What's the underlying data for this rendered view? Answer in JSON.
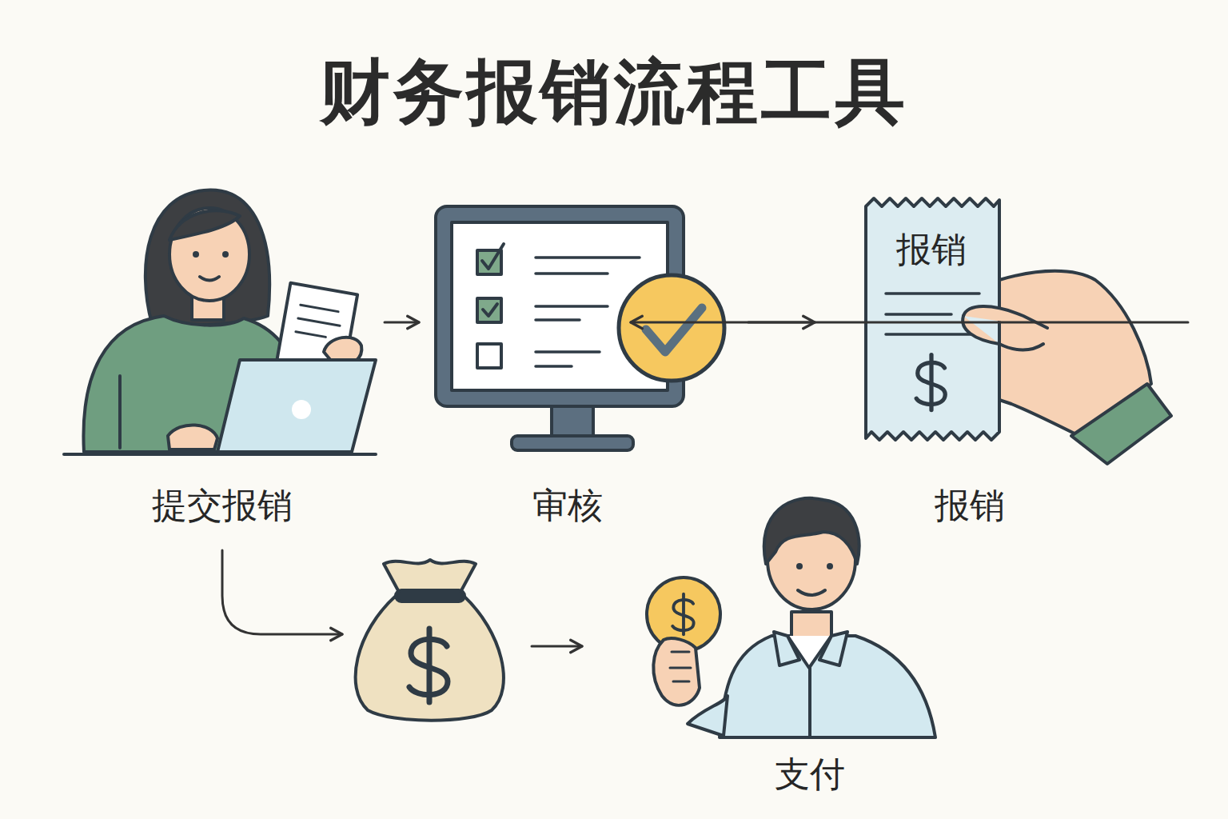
{
  "diagram": {
    "title": "财务报销流程工具",
    "nodes": [
      {
        "text": [
          "提交报销"
        ]
      },
      {
        "text": [
          "审核"
        ]
      },
      {
        "text": [
          "报销",
          "报销"
        ]
      },
      {
        "text": [
          "支付"
        ]
      }
    ],
    "edges": [
      {
        "from": 0,
        "to": 1,
        "arrow": "to"
      },
      {
        "from": 1,
        "to": 2,
        "arrow": "to"
      },
      {
        "from": 2,
        "to": 3,
        "arrow": "to"
      }
    ]
  }
}
